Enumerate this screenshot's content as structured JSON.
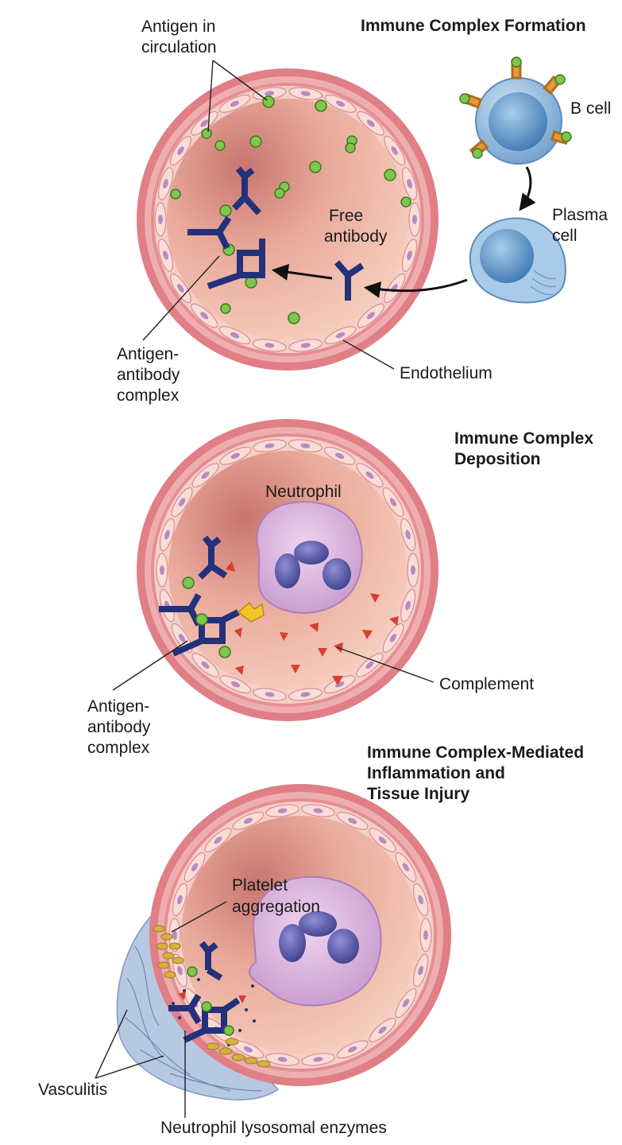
{
  "panels": [
    {
      "title_lines": [
        "Immune Complex Formation"
      ],
      "labels": {
        "antigen_in_circulation": [
          "Antigen in",
          "circulation"
        ],
        "b_cell": "B cell",
        "plasma_cell": [
          "Plasma",
          "cell"
        ],
        "free_antibody": [
          "Free",
          "antibody"
        ],
        "antigen_antibody_complex": [
          "Antigen-",
          "antibody",
          "complex"
        ],
        "endothelium": "Endothelium"
      }
    },
    {
      "title_lines": [
        "Immune Complex",
        "Deposition"
      ],
      "labels": {
        "neutrophil": "Neutrophil",
        "antigen_antibody_complex": [
          "Antigen-",
          "antibody",
          "complex"
        ],
        "complement": "Complement"
      }
    },
    {
      "title_lines": [
        "Immune Complex-Mediated",
        "Inflammation and",
        "Tissue Injury"
      ],
      "labels": {
        "platelet_aggregation": [
          "Platelet",
          "aggregation"
        ],
        "vasculitis": "Vasculitis",
        "neutrophil_lysosomal_enzymes": "Neutrophil lysosomal enzymes"
      }
    }
  ],
  "colors": {
    "vessel_outer": "#e07f86",
    "vessel_wall": "#eeaeb0",
    "endothelium": "#f6cfc8",
    "lumen": "#f3b6a6",
    "antigen": "#7fc54e",
    "antibody": "#23317a",
    "b_cell": "#8cb8df",
    "plasma_cell": "#a9cbe9",
    "neutrophil": "#d9b3dd",
    "neutrophil_nucleus": "#5b5ca8",
    "complement": "#d63f32",
    "receptor": "#f2c32c",
    "platelet": "#d6b13f",
    "vasculitis": "#9fb7d6"
  }
}
